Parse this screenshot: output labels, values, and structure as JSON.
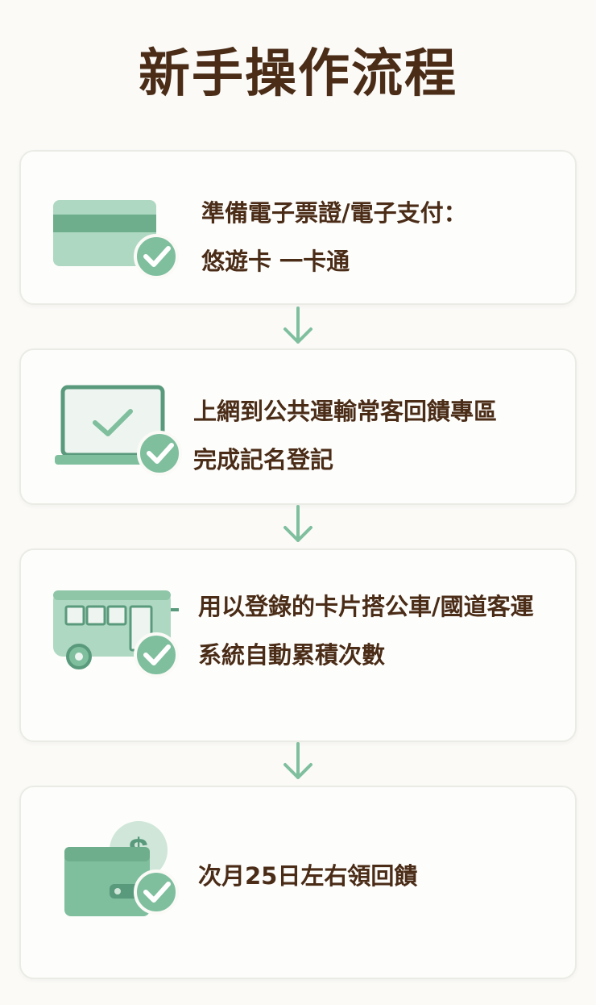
{
  "title": "新手操作流程",
  "colors": {
    "title_text": "#4a2c17",
    "accent_green": "#7fbf9e",
    "light_green": "#aed8c1",
    "dark_green": "#5a9a7c",
    "card_border": "#ebebe6",
    "background": "#fbfaf7"
  },
  "steps": [
    {
      "icon": "credit-card-icon",
      "line1": "準備電子票證/電子支付：",
      "line2": "悠遊卡  一卡通"
    },
    {
      "icon": "laptop-icon",
      "line1": "上網到公共運輸常客回饋專區",
      "line2": "完成記名登記"
    },
    {
      "icon": "bus-icon",
      "line1": "用以登錄的卡片搭公車/國道客運",
      "line2": "系統自動累積次數"
    },
    {
      "icon": "wallet-dollar-icon",
      "line1": "次月25日左右領回饋"
    }
  ],
  "step_marker_icon": "check-circle-icon",
  "connector_icon": "arrow-down-icon"
}
